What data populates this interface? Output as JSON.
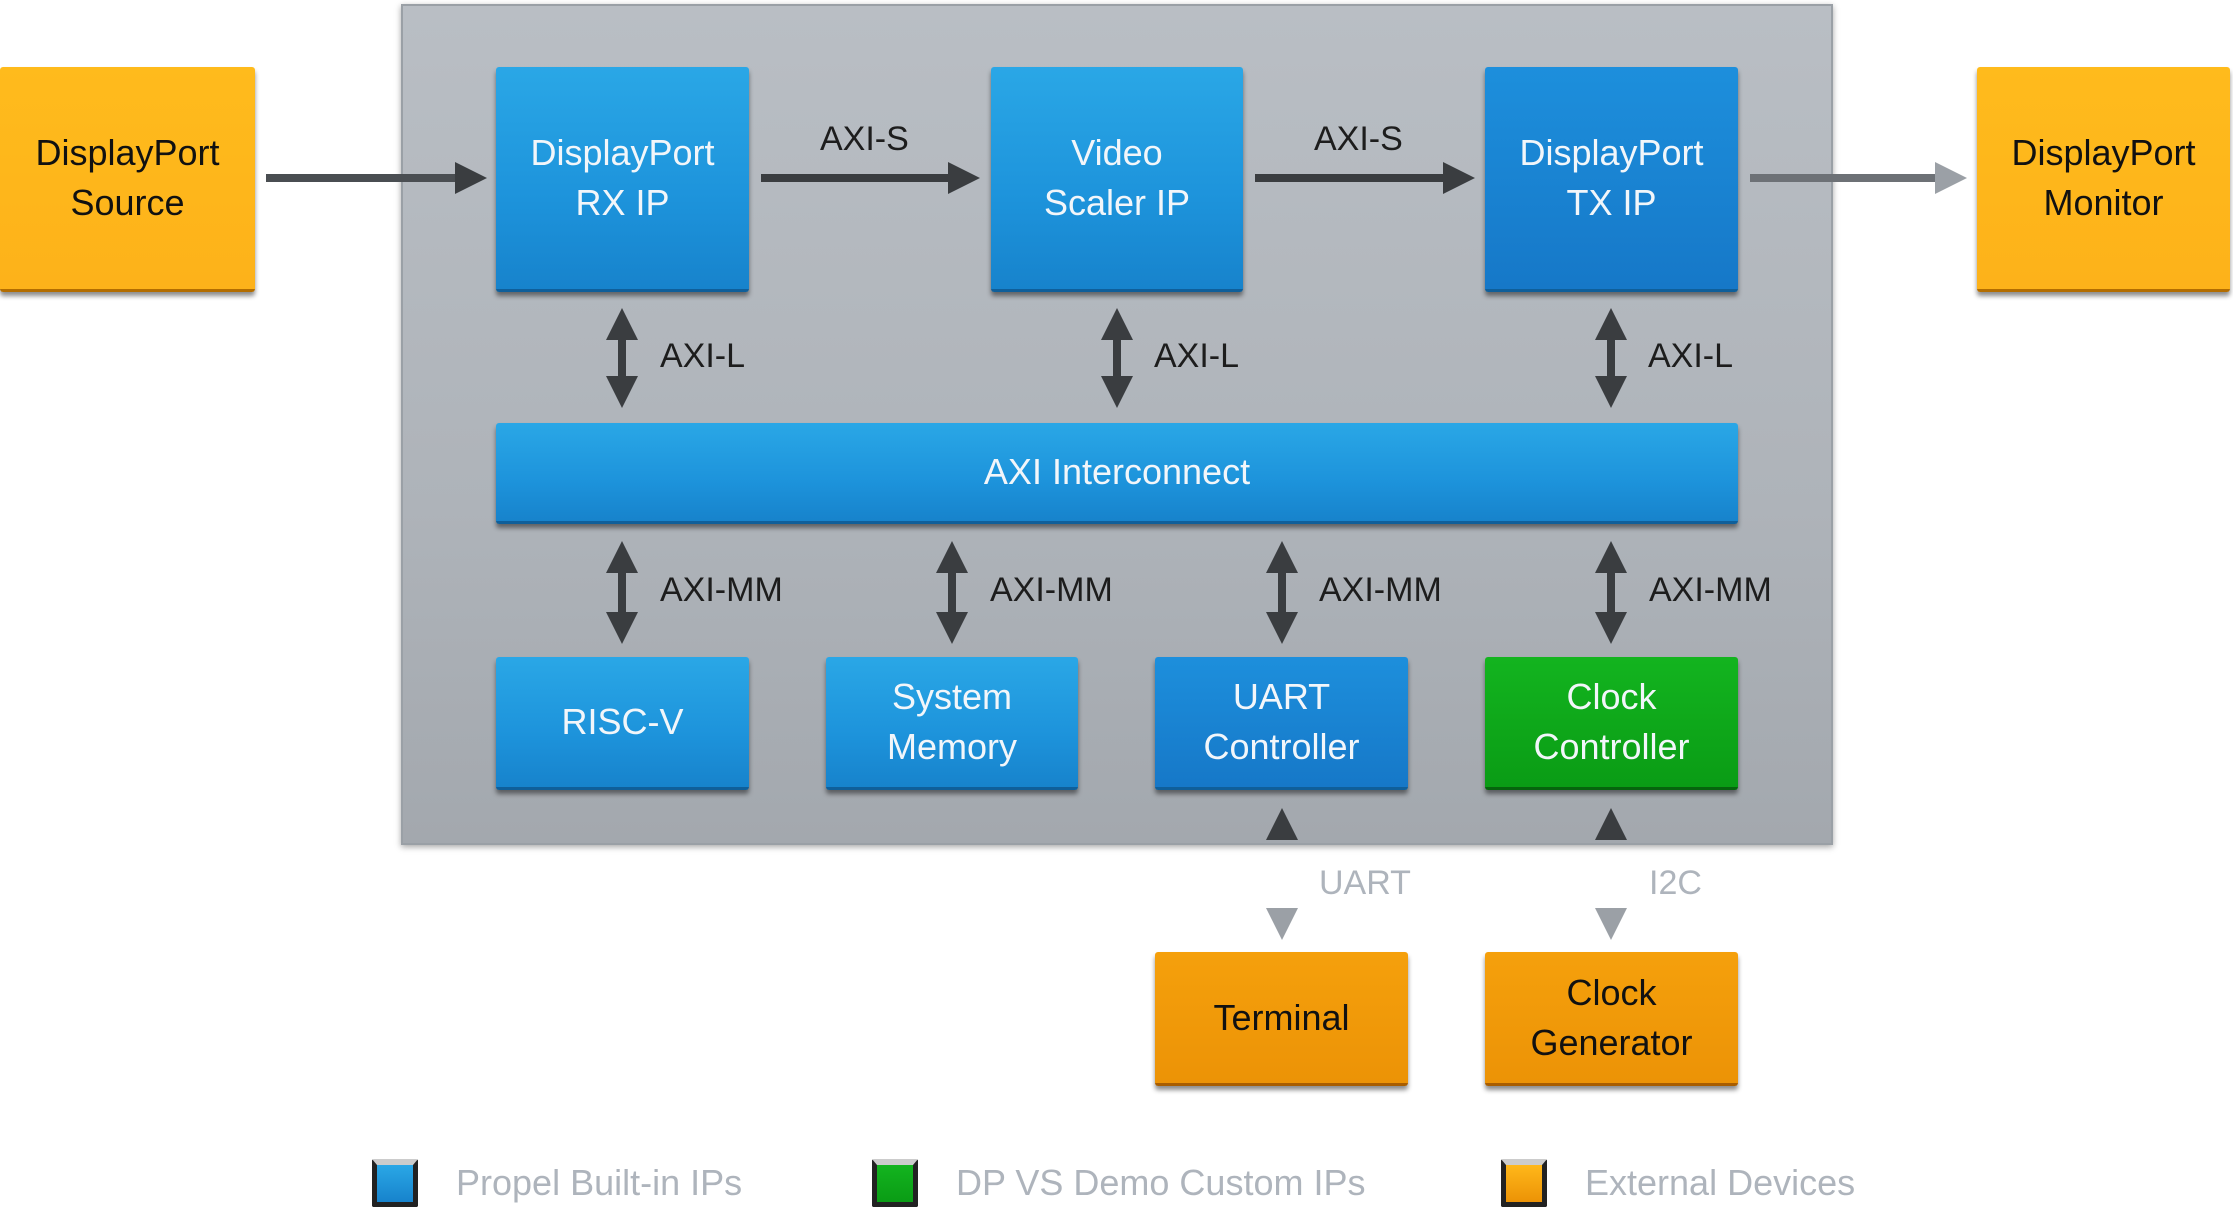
{
  "blocks": {
    "dp_source": {
      "label": "DisplayPort\nSource",
      "category": "external"
    },
    "dp_rx": {
      "label": "DisplayPort\nRX IP",
      "category": "built-in"
    },
    "video_scaler": {
      "label": "Video\nScaler IP",
      "category": "built-in"
    },
    "dp_tx": {
      "label": "DisplayPort\nTX IP",
      "category": "built-in"
    },
    "dp_monitor": {
      "label": "DisplayPort\nMonitor",
      "category": "external"
    },
    "axi_interconnect": {
      "label": "AXI Interconnect",
      "category": "built-in"
    },
    "risc_v": {
      "label": "RISC-V",
      "category": "built-in"
    },
    "system_memory": {
      "label": "System\nMemory",
      "category": "built-in"
    },
    "uart_controller": {
      "label": "UART\nController",
      "category": "built-in"
    },
    "clock_controller": {
      "label": "Clock\nController",
      "category": "custom"
    },
    "terminal": {
      "label": "Terminal",
      "category": "external"
    },
    "clock_generator": {
      "label": "Clock\nGenerator",
      "category": "external"
    }
  },
  "connections": [
    {
      "from": "dp_source",
      "to": "dp_rx",
      "label": ""
    },
    {
      "from": "dp_rx",
      "to": "video_scaler",
      "label": "AXI-S"
    },
    {
      "from": "video_scaler",
      "to": "dp_tx",
      "label": "AXI-S"
    },
    {
      "from": "dp_tx",
      "to": "dp_monitor",
      "label": ""
    },
    {
      "from": "dp_rx",
      "to": "axi_interconnect",
      "label": "AXI-L",
      "bidirectional": true
    },
    {
      "from": "video_scaler",
      "to": "axi_interconnect",
      "label": "AXI-L",
      "bidirectional": true
    },
    {
      "from": "dp_tx",
      "to": "axi_interconnect",
      "label": "AXI-L",
      "bidirectional": true
    },
    {
      "from": "axi_interconnect",
      "to": "risc_v",
      "label": "AXI-MM",
      "bidirectional": true
    },
    {
      "from": "axi_interconnect",
      "to": "system_memory",
      "label": "AXI-MM",
      "bidirectional": true
    },
    {
      "from": "axi_interconnect",
      "to": "uart_controller",
      "label": "AXI-MM",
      "bidirectional": true
    },
    {
      "from": "axi_interconnect",
      "to": "clock_controller",
      "label": "AXI-MM",
      "bidirectional": true
    },
    {
      "from": "uart_controller",
      "to": "terminal",
      "label": "UART",
      "bidirectional": true
    },
    {
      "from": "clock_controller",
      "to": "clock_generator",
      "label": "I2C",
      "bidirectional": true
    }
  ],
  "legend": [
    {
      "label": "Propel Built-in IPs",
      "color": "#1d93db"
    },
    {
      "label": "DP VS Demo Custom IPs",
      "color": "#0fa91a"
    },
    {
      "label": "External Devices",
      "color": "#f7a70f"
    }
  ]
}
